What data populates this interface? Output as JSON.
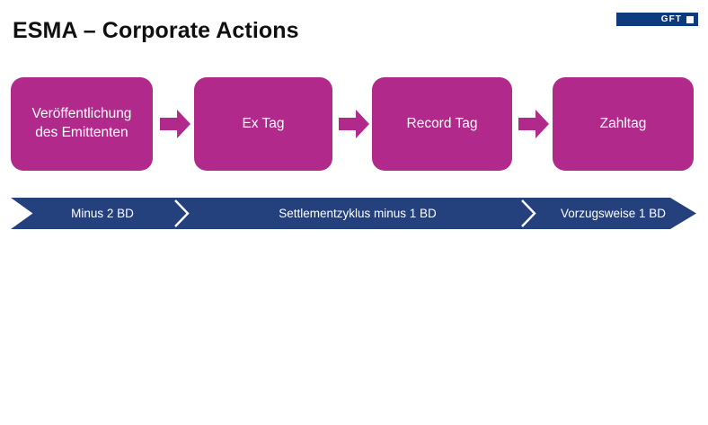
{
  "slide": {
    "title": "ESMA – Corporate Actions",
    "background_color": "#ffffff"
  },
  "brand": {
    "name": "GFT",
    "logo_bg_color": "#0d3b7d",
    "logo_fg_color": "#ffffff",
    "square_glyph": "white-square"
  },
  "colors": {
    "accent_magenta": "#b12a8b",
    "accent_blue": "#24417e",
    "title_color": "#101010"
  },
  "process": {
    "box_color": "#b12a8b",
    "arrow_icon_name": "right-arrow-icon",
    "steps": [
      {
        "label": "Veröffentlichung\ndes Emittenten"
      },
      {
        "label": "Ex Tag"
      },
      {
        "label": "Record Tag"
      },
      {
        "label": "Zahltag"
      }
    ]
  },
  "timeline": {
    "bar_color": "#24417e",
    "segments": [
      {
        "label": "Minus 2 BD"
      },
      {
        "label": "Settlementzyklus minus 1 BD"
      },
      {
        "label": "Vorzugsweise 1 BD"
      }
    ]
  }
}
